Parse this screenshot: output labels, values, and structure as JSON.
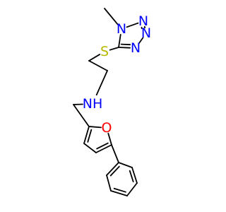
{
  "structure": {
    "colors": {
      "bond": "#000000",
      "carbon": "#000000",
      "nitrogen": "#0000ff",
      "oxygen": "#ff0000",
      "sulfur": "#b8b800"
    },
    "atoms": [
      {
        "id": "Me",
        "element": "C",
        "label": ""
      },
      {
        "id": "N1",
        "element": "N",
        "label": "N"
      },
      {
        "id": "N2",
        "element": "N",
        "label": "N"
      },
      {
        "id": "N3",
        "element": "N",
        "label": "N"
      },
      {
        "id": "N4",
        "element": "N",
        "label": "N"
      },
      {
        "id": "C5",
        "element": "C",
        "label": ""
      },
      {
        "id": "S",
        "element": "S",
        "label": "S"
      },
      {
        "id": "Ca",
        "element": "C",
        "label": ""
      },
      {
        "id": "Cb",
        "element": "C",
        "label": ""
      },
      {
        "id": "NH",
        "element": "N",
        "label": "NH"
      },
      {
        "id": "CH2",
        "element": "C",
        "label": ""
      },
      {
        "id": "F2",
        "element": "C",
        "label": ""
      },
      {
        "id": "O",
        "element": "O",
        "label": "O"
      },
      {
        "id": "F5",
        "element": "C",
        "label": ""
      },
      {
        "id": "F4",
        "element": "C",
        "label": ""
      },
      {
        "id": "F3",
        "element": "C",
        "label": ""
      },
      {
        "id": "P1",
        "element": "C",
        "label": ""
      },
      {
        "id": "P2",
        "element": "C",
        "label": ""
      },
      {
        "id": "P3",
        "element": "C",
        "label": ""
      },
      {
        "id": "P4",
        "element": "C",
        "label": ""
      },
      {
        "id": "P5",
        "element": "C",
        "label": ""
      },
      {
        "id": "P6",
        "element": "C",
        "label": ""
      }
    ],
    "bonds": [
      {
        "a": "Me",
        "b": "N1",
        "order": 1
      },
      {
        "a": "N1",
        "b": "N2",
        "order": 1
      },
      {
        "a": "N2",
        "b": "N3",
        "order": 2
      },
      {
        "a": "N3",
        "b": "N4",
        "order": 1
      },
      {
        "a": "N4",
        "b": "C5",
        "order": 2
      },
      {
        "a": "C5",
        "b": "N1",
        "order": 1
      },
      {
        "a": "C5",
        "b": "S",
        "order": 1
      },
      {
        "a": "S",
        "b": "Ca",
        "order": 1
      },
      {
        "a": "Ca",
        "b": "Cb",
        "order": 1
      },
      {
        "a": "Cb",
        "b": "NH",
        "order": 1
      },
      {
        "a": "NH",
        "b": "CH2",
        "order": 1
      },
      {
        "a": "CH2",
        "b": "F2",
        "order": 1
      },
      {
        "a": "F2",
        "b": "O",
        "order": 1
      },
      {
        "a": "O",
        "b": "F5",
        "order": 1
      },
      {
        "a": "F5",
        "b": "F4",
        "order": 2
      },
      {
        "a": "F4",
        "b": "F3",
        "order": 1
      },
      {
        "a": "F3",
        "b": "F2",
        "order": 2
      },
      {
        "a": "F5",
        "b": "P1",
        "order": 1
      },
      {
        "a": "P1",
        "b": "P2",
        "order": 2
      },
      {
        "a": "P2",
        "b": "P3",
        "order": 1
      },
      {
        "a": "P3",
        "b": "P4",
        "order": 2
      },
      {
        "a": "P4",
        "b": "P5",
        "order": 1
      },
      {
        "a": "P5",
        "b": "P6",
        "order": 2
      },
      {
        "a": "P6",
        "b": "P1",
        "order": 1
      }
    ]
  }
}
